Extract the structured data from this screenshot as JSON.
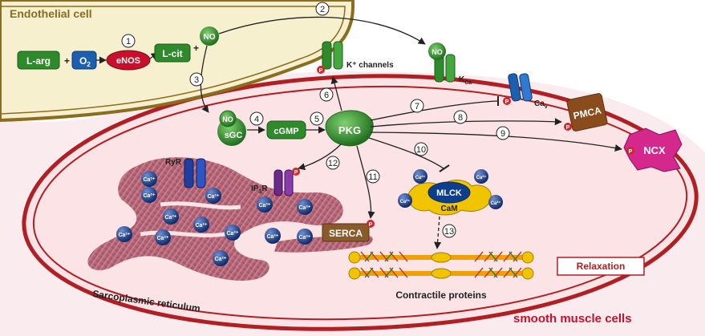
{
  "colors": {
    "endothelial_fill": "#f6f0cf",
    "endothelial_border": "#8a6d1f",
    "cytoplasm": "#fbe3e6",
    "membrane": "#b01f24",
    "sr_fill": "#b86c7c",
    "green_node": "#2f8a2c",
    "red_node": "#c8102e",
    "blue_node": "#0d3e8c",
    "ca_ion": "#1c3f8f",
    "phospho": "#d4252c",
    "yellow": "#f0c400",
    "magenta": "#d4288c",
    "brown": "#8a4b1d"
  },
  "labels": {
    "endothelial_cell": "Endothelial cell",
    "smooth_muscle_cells": "smooth muscle cells",
    "relaxation": "Relaxation",
    "sarcoplasmic_reticulum": "Sarcoplasmic reticulum",
    "contractile_proteins": "Contractile proteins",
    "k_channels": "K⁺ channels",
    "kca_main": "K",
    "kca_sub": "Ca",
    "cav_main": "Ca",
    "cav_sub": "v",
    "ryr": "RyR",
    "ip3r_main": "IP",
    "ip3r_sub": "3",
    "ip3r_tail": "R"
  },
  "nodes": {
    "l_arg": "L-arg",
    "o2_main": "O",
    "o2_sub": "2",
    "enos": "eNOS",
    "l_cit": "L-cit",
    "no": "NO",
    "sgc": "sGC",
    "cgmp": "cGMP",
    "pkg": "PKG",
    "pmca": "PMCA",
    "ncx": "NCX",
    "serca": "SERCA",
    "mlck": "MLCK",
    "cam": "CaM",
    "ca_ion": "Ca²⁺",
    "phospho": "P",
    "plus": "+"
  },
  "steps": [
    "1",
    "2",
    "3",
    "4",
    "5",
    "6",
    "7",
    "8",
    "9",
    "10",
    "11",
    "12",
    "13"
  ]
}
